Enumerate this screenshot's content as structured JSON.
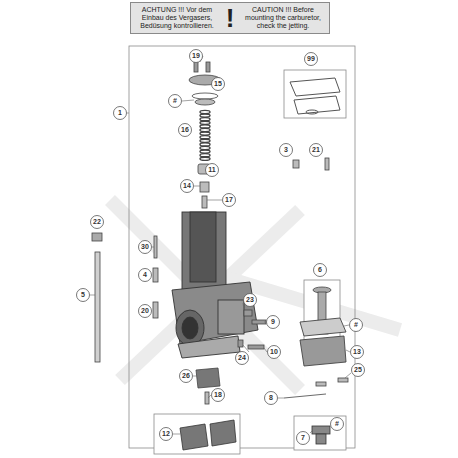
{
  "diagram": {
    "nodes": [
      {
        "text": [
          "ACHTUNG !!! Vor dem Einbau des Vergasers, Bedüsung kontrollieren.",
          "!",
          "CAUTION !!! Before mounting the carburetor, check the jetting."
        ]
      }
    ],
    "labels": [
      "1",
      "19",
      "15",
      "#",
      "16",
      "11",
      "14",
      "17",
      "30",
      "4",
      "20",
      "22",
      "5",
      "99",
      "3",
      "21",
      "6",
      "23",
      "9",
      "#",
      "13",
      "10",
      "24",
      "26",
      "18",
      "25",
      "8",
      "12",
      "7",
      "#"
    ]
  }
}
